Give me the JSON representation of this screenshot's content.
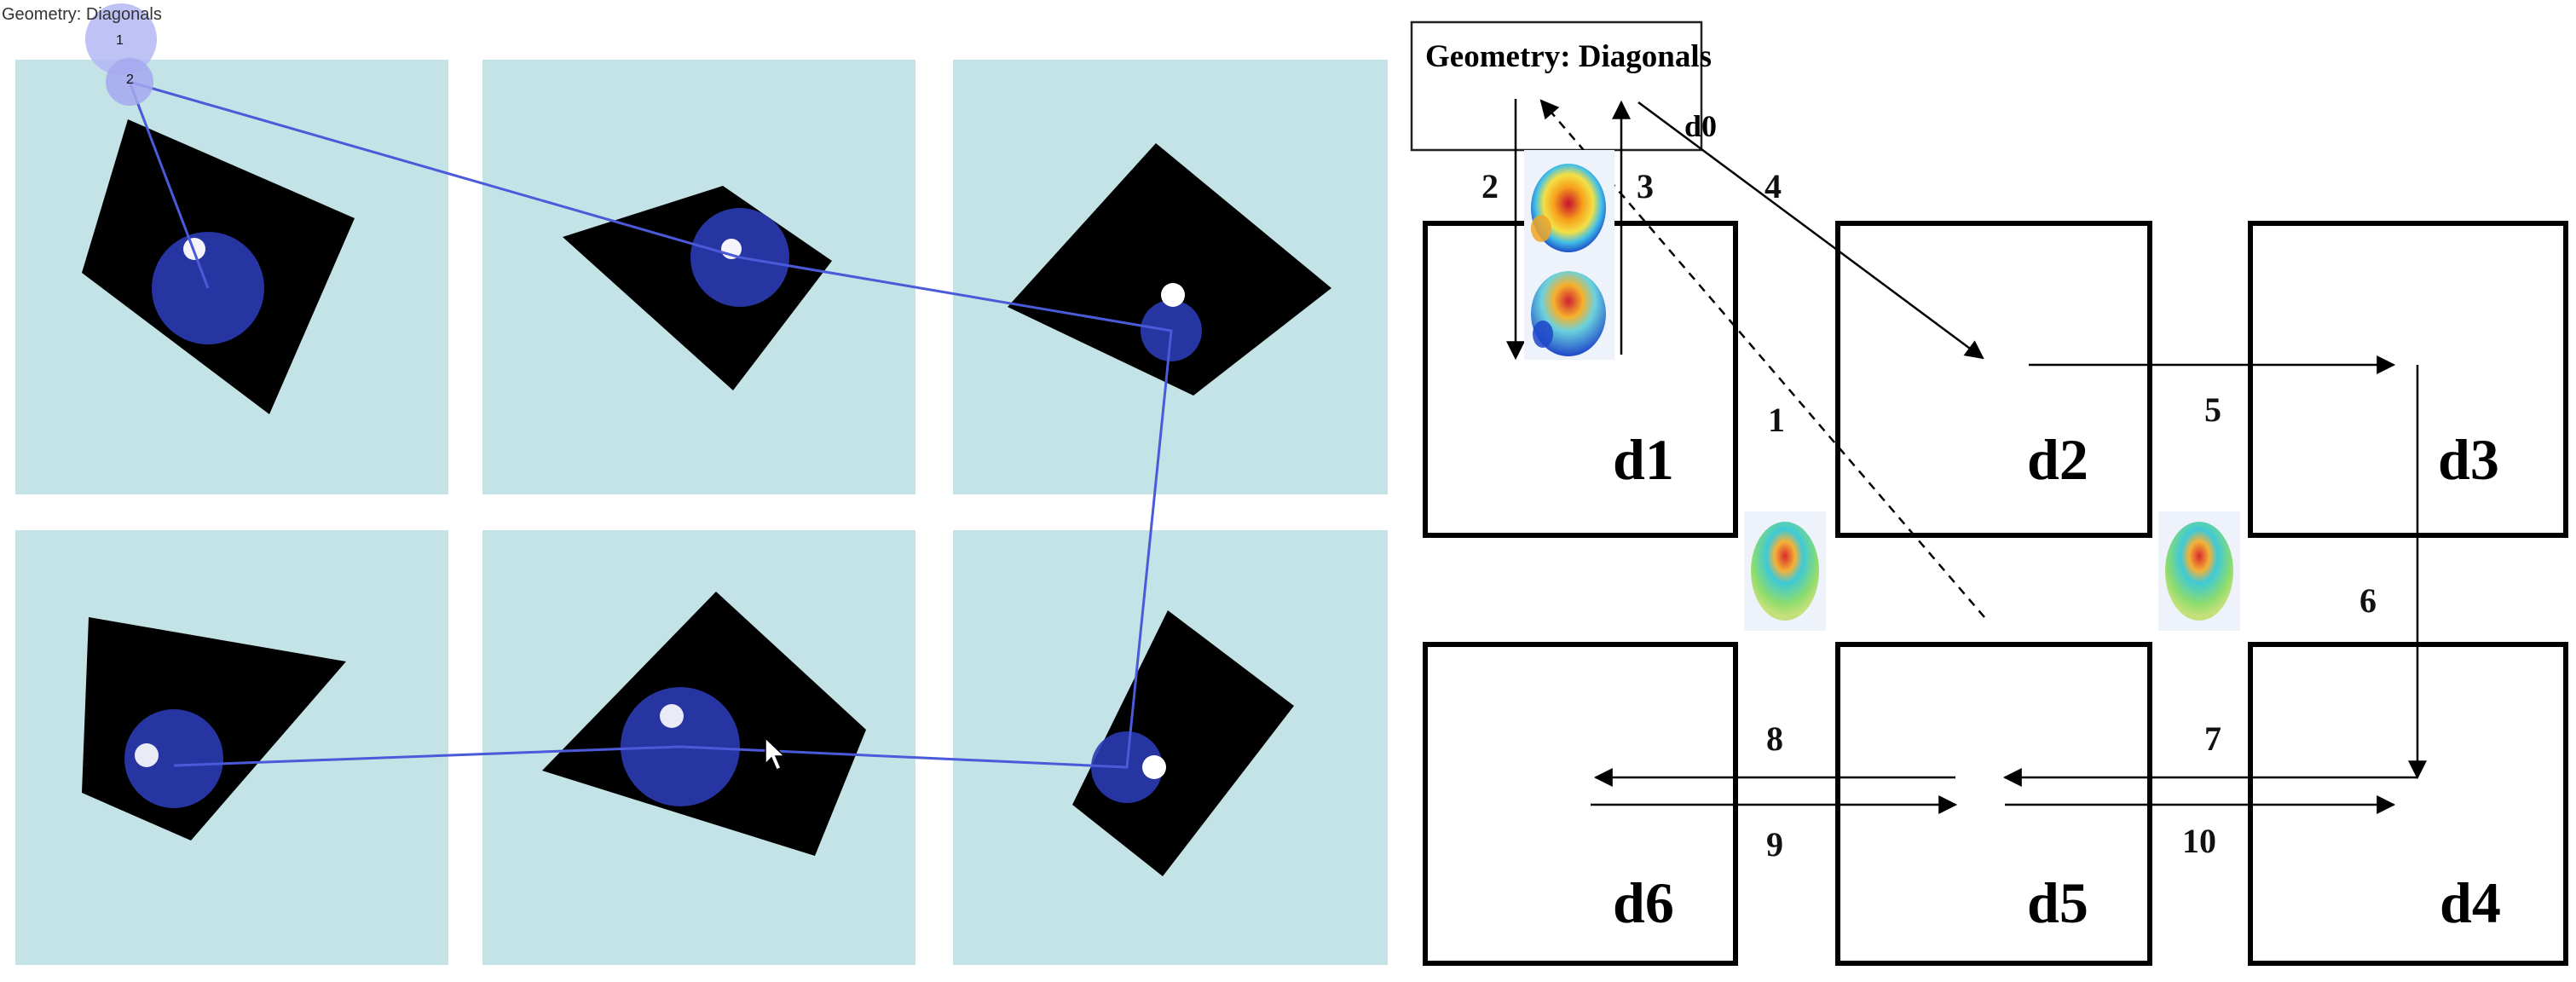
{
  "left_title": "Geometry: Diagonals",
  "right_title": "Geometry: Diagonals",
  "start_marker_labels": [
    "1",
    "2"
  ],
  "box_labels": [
    "d0",
    "d1",
    "d2",
    "d3",
    "d4",
    "d5",
    "d6"
  ],
  "path_numbers": [
    "1",
    "2",
    "3",
    "4",
    "5",
    "6",
    "7",
    "8",
    "9",
    "10"
  ],
  "colors": {
    "panel": "#c4e3e6",
    "quad": "#000000",
    "target_blue": "#2b3bb4",
    "path_line": "#4a5ad8",
    "start_circle": "#b3b7f3",
    "box_stroke": "#000000"
  },
  "icons": [
    "eeg-head-topomap-side",
    "eeg-head-topomap-side",
    "eeg-head-topomap-front",
    "eeg-head-topomap-front",
    "mouse-cursor-icon"
  ]
}
